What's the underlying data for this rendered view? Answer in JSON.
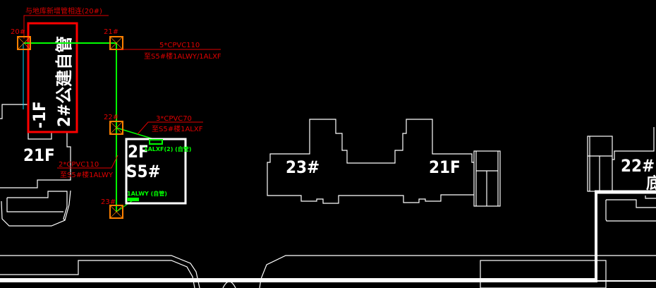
{
  "title_note": "与地库新增管相连(20#)",
  "manholes": [
    {
      "id": "20#"
    },
    {
      "id": "21#"
    },
    {
      "id": "22#"
    },
    {
      "id": "23#"
    }
  ],
  "red_box": {
    "line1": "-1F",
    "line2": "2#公建自管"
  },
  "pipes": [
    {
      "spec": "5*CPVC110",
      "dest": "至S5#楼1ALWY/1ALXF"
    },
    {
      "spec": "3*CPVC70",
      "dest": "至S5#楼1ALXF"
    },
    {
      "spec": "2*CPVC110",
      "dest": "至S5#楼1ALWY"
    }
  ],
  "s5_building": {
    "floors": "2F",
    "name": "S5#",
    "inlet_top": "1ALXF(2) (自管)",
    "inlet_bottom": "1ALWY (自管)"
  },
  "buildings": [
    {
      "floors": "21F"
    },
    {
      "name": "23#",
      "floors": "21F"
    },
    {
      "name": "22#",
      "suffix": "底"
    }
  ],
  "colors": {
    "pipe": "#00ff00",
    "manhole": "#ff8000",
    "annotation": "#e00000",
    "outline": "#ffffff",
    "aux": "#00d8ff"
  }
}
